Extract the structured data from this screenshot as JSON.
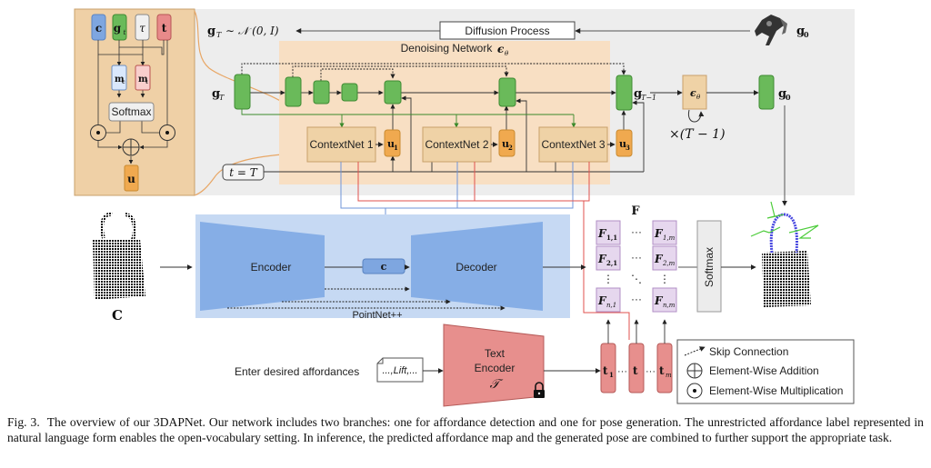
{
  "figure": {
    "number_label": "Fig. 3.",
    "caption": "The overview of our 3DAPNet. Our network includes two branches: one for affordance detection and one for pose generation. The unrestricted affordance label represented in natural language form enables the open-vocabulary setting. In inference, the predicted affordance map and the generated pose are combined to further support the appropriate task."
  },
  "inset": {
    "inputs": [
      "c",
      "g",
      "τ",
      "t"
    ],
    "g_subscript": "t",
    "mask_c": "m",
    "mask_c_sub": "c",
    "mask_t": "m",
    "mask_t_sub": "t",
    "softmax": "Softmax",
    "output": "u",
    "colors": {
      "c": "#7ea6e0",
      "g": "#6aba5a",
      "tau": "#f0f0f0",
      "t": "#e88a8a",
      "mc": "#dae8fc",
      "mt": "#f8cecc",
      "u": "#f0a94f"
    }
  },
  "diffusion": {
    "noise_label_lhs": "g",
    "noise_label_sub": "T",
    "noise_label_rhs": "∼ 𝒩 (0, I)",
    "process_label": "Diffusion Process",
    "g0_label": "g",
    "g0_sub": "0",
    "network_title": "Denoising Network",
    "network_symbol": "ϵ",
    "network_symbol_sub": "θ",
    "gT_label": "g",
    "gT_sub": "T",
    "gT1_label": "g",
    "gT1_sub": "T−1",
    "eps_box": "ϵ",
    "eps_box_sub": "θ",
    "repeat_label": "×(T − 1)",
    "final_label": "g",
    "final_sub": "0",
    "time_label": "t = T",
    "contextnets": [
      {
        "label": "ContextNet 1",
        "u": "u",
        "u_sub": "1"
      },
      {
        "label": "ContextNet 2",
        "u": "u",
        "u_sub": "2"
      },
      {
        "label": "ContextNet 3",
        "u": "u",
        "u_sub": "3"
      }
    ]
  },
  "pointnet": {
    "input_label": "C",
    "encoder": "Encoder",
    "latent": "c",
    "decoder": "Decoder",
    "name": "PointNet++"
  },
  "affordance_matrix": {
    "title": "F",
    "cells": [
      [
        "F",
        "1,1"
      ],
      [
        "F",
        "1,m"
      ],
      [
        "F",
        "2,1"
      ],
      [
        "F",
        "2,m"
      ],
      [
        "F",
        "n,1"
      ],
      [
        "F",
        "n,m"
      ]
    ],
    "ellipsis_h": "···",
    "ellipsis_v": "⋮",
    "ellipsis_d": "⋱",
    "softmax": "Softmax"
  },
  "text_branch": {
    "prompt_label": "Enter desired affordances",
    "doc_text": "...,Lift,...",
    "encoder_line1": "Text",
    "encoder_line2": "Encoder",
    "encoder_symbol": "𝒯",
    "tokens": [
      {
        "label": "t",
        "sub": "1"
      },
      {
        "label": "t",
        "sub": ""
      },
      {
        "label": "t",
        "sub": "m"
      }
    ],
    "token_sep": "···"
  },
  "legend": {
    "items": [
      {
        "icon": "dashed-arrow-icon",
        "label": "Skip Connection"
      },
      {
        "icon": "circle-plus-icon",
        "label": "Element-Wise Addition"
      },
      {
        "icon": "circle-dot-icon",
        "label": "Element-Wise Multiplication"
      }
    ]
  },
  "colors": {
    "orange_panel": "#efd0a6",
    "gray_panel": "#ededed",
    "denoise_panel": "#f8dfc3",
    "contextnet": "#efd2a6",
    "green": "#6aba5a",
    "blue_panel": "#c6d9f3",
    "blue_trap": "#86aee6",
    "purple_cell": "#e6d7ee",
    "red": "#e78f8d",
    "red_line": "#e0524e",
    "blue_line": "#6f95d9"
  }
}
